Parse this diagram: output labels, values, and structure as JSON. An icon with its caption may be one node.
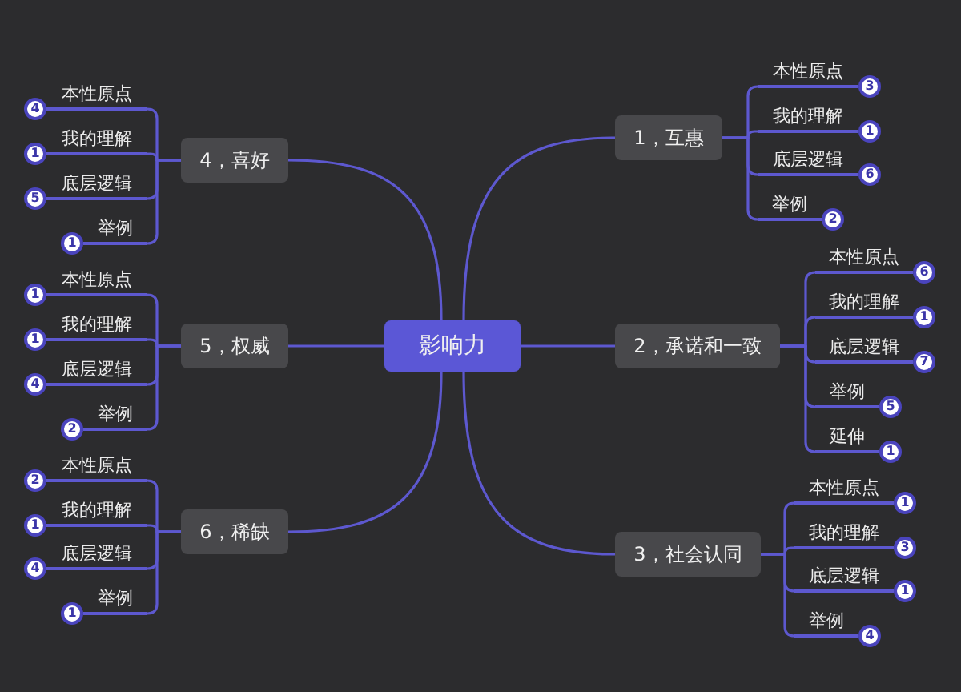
{
  "diagram": {
    "nodes": [
      {
        "text": [
          "影响力"
        ]
      },
      {
        "text": [
          "1，互惠"
        ]
      },
      {
        "text": [
          "本性原点"
        ],
        "beside": [
          "3"
        ]
      },
      {
        "text": [
          "我的理解"
        ],
        "beside": [
          "1"
        ]
      },
      {
        "text": [
          "底层逻辑"
        ],
        "beside": [
          "6"
        ]
      },
      {
        "text": [
          "举例"
        ],
        "beside": [
          "2"
        ]
      },
      {
        "text": [
          "2，承诺和一致"
        ]
      },
      {
        "text": [
          "本性原点"
        ],
        "beside": [
          "6"
        ]
      },
      {
        "text": [
          "我的理解"
        ],
        "beside": [
          "1"
        ]
      },
      {
        "text": [
          "底层逻辑"
        ],
        "beside": [
          "7"
        ]
      },
      {
        "text": [
          "举例"
        ],
        "beside": [
          "5"
        ]
      },
      {
        "text": [
          "延伸"
        ],
        "beside": [
          "1"
        ]
      },
      {
        "text": [
          "3，社会认同"
        ]
      },
      {
        "text": [
          "本性原点"
        ],
        "beside": [
          "1"
        ]
      },
      {
        "text": [
          "我的理解"
        ],
        "beside": [
          "3"
        ]
      },
      {
        "text": [
          "底层逻辑"
        ],
        "beside": [
          "1"
        ]
      },
      {
        "text": [
          "举例"
        ],
        "beside": [
          "4"
        ]
      },
      {
        "text": [
          "4，喜好"
        ]
      },
      {
        "text": [
          "本性原点"
        ],
        "beside": [
          "4"
        ]
      },
      {
        "text": [
          "我的理解"
        ],
        "beside": [
          "1"
        ]
      },
      {
        "text": [
          "底层逻辑"
        ],
        "beside": [
          "5"
        ]
      },
      {
        "text": [
          "举例"
        ],
        "beside": [
          "1"
        ]
      },
      {
        "text": [
          "5，权威"
        ]
      },
      {
        "text": [
          "本性原点"
        ],
        "beside": [
          "1"
        ]
      },
      {
        "text": [
          "我的理解"
        ],
        "beside": [
          "1"
        ]
      },
      {
        "text": [
          "底层逻辑"
        ],
        "beside": [
          "4"
        ]
      },
      {
        "text": [
          "举例"
        ],
        "beside": [
          "2"
        ]
      },
      {
        "text": [
          "6，稀缺"
        ]
      },
      {
        "text": [
          "本性原点"
        ],
        "beside": [
          "2"
        ]
      },
      {
        "text": [
          "我的理解"
        ],
        "beside": [
          "1"
        ]
      },
      {
        "text": [
          "底层逻辑"
        ],
        "beside": [
          "4"
        ]
      },
      {
        "text": [
          "举例"
        ],
        "beside": [
          "1"
        ]
      }
    ],
    "edges": [
      {
        "from": 0,
        "to": 1,
        "arrow": "none"
      },
      {
        "from": 1,
        "to": 2,
        "arrow": "none"
      },
      {
        "from": 1,
        "to": 3,
        "arrow": "none"
      },
      {
        "from": 1,
        "to": 4,
        "arrow": "none"
      },
      {
        "from": 1,
        "to": 5,
        "arrow": "none"
      },
      {
        "from": 0,
        "to": 6,
        "arrow": "none"
      },
      {
        "from": 6,
        "to": 7,
        "arrow": "none"
      },
      {
        "from": 6,
        "to": 8,
        "arrow": "none"
      },
      {
        "from": 6,
        "to": 9,
        "arrow": "none"
      },
      {
        "from": 6,
        "to": 10,
        "arrow": "none"
      },
      {
        "from": 6,
        "to": 11,
        "arrow": "none"
      },
      {
        "from": 0,
        "to": 12,
        "arrow": "none"
      },
      {
        "from": 12,
        "to": 13,
        "arrow": "none"
      },
      {
        "from": 12,
        "to": 14,
        "arrow": "none"
      },
      {
        "from": 12,
        "to": 15,
        "arrow": "none"
      },
      {
        "from": 12,
        "to": 16,
        "arrow": "none"
      },
      {
        "from": 0,
        "to": 17,
        "arrow": "none"
      },
      {
        "from": 17,
        "to": 18,
        "arrow": "none"
      },
      {
        "from": 17,
        "to": 19,
        "arrow": "none"
      },
      {
        "from": 17,
        "to": 20,
        "arrow": "none"
      },
      {
        "from": 17,
        "to": 21,
        "arrow": "none"
      },
      {
        "from": 0,
        "to": 22,
        "arrow": "none"
      },
      {
        "from": 22,
        "to": 23,
        "arrow": "none"
      },
      {
        "from": 22,
        "to": 24,
        "arrow": "none"
      },
      {
        "from": 22,
        "to": 25,
        "arrow": "none"
      },
      {
        "from": 22,
        "to": 26,
        "arrow": "none"
      },
      {
        "from": 0,
        "to": 27,
        "arrow": "none"
      },
      {
        "from": 27,
        "to": 28,
        "arrow": "none"
      },
      {
        "from": 27,
        "to": 29,
        "arrow": "none"
      },
      {
        "from": 27,
        "to": 30,
        "arrow": "none"
      },
      {
        "from": 27,
        "to": 31,
        "arrow": "none"
      }
    ]
  }
}
